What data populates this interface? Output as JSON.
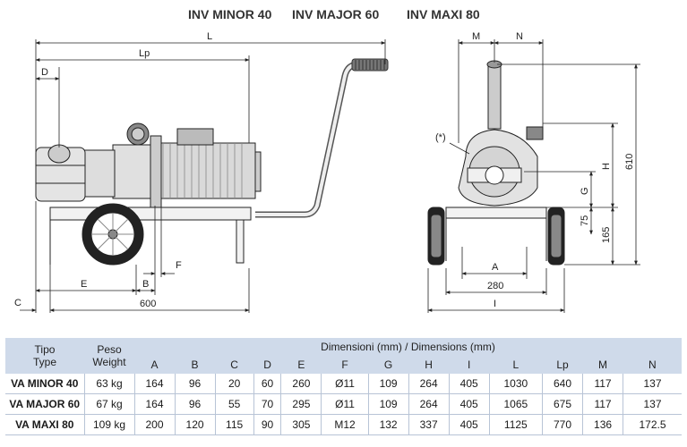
{
  "models": [
    "INV MINOR 40",
    "INV MAJOR 60",
    "INV MAXI 80"
  ],
  "drawing_labels": {
    "L": "L",
    "Lp": "Lp",
    "D": "D",
    "E": "E",
    "B": "B",
    "F": "F",
    "C": "C",
    "len600": "600",
    "M": "M",
    "N": "N",
    "H": "H",
    "G": "G",
    "h610": "610",
    "h75": "75",
    "h165": "165",
    "A": "A",
    "w280": "280",
    "I": "I",
    "star": "(*)"
  },
  "table": {
    "tipo": "Tipo",
    "type": "Type",
    "peso": "Peso",
    "weight": "Weight",
    "dimensions_title": "Dimensioni (mm) / Dimensions (mm)",
    "columns": [
      "A",
      "B",
      "C",
      "D",
      "E",
      "F",
      "G",
      "H",
      "I",
      "L",
      "Lp",
      "M",
      "N"
    ],
    "rows": [
      {
        "model": "VA MINOR 40",
        "weight": "63 kg",
        "values": [
          "164",
          "96",
          "20",
          "60",
          "260",
          "Ø11",
          "109",
          "264",
          "405",
          "1030",
          "640",
          "117",
          "137"
        ]
      },
      {
        "model": "VA MAJOR 60",
        "weight": "67 kg",
        "values": [
          "164",
          "96",
          "55",
          "70",
          "295",
          "Ø11",
          "109",
          "264",
          "405",
          "1065",
          "675",
          "117",
          "137"
        ]
      },
      {
        "model": "VA MAXI 80",
        "weight": "109 kg",
        "values": [
          "200",
          "120",
          "115",
          "90",
          "305",
          "M12",
          "132",
          "337",
          "405",
          "1125",
          "770",
          "136",
          "172.5"
        ]
      }
    ]
  }
}
